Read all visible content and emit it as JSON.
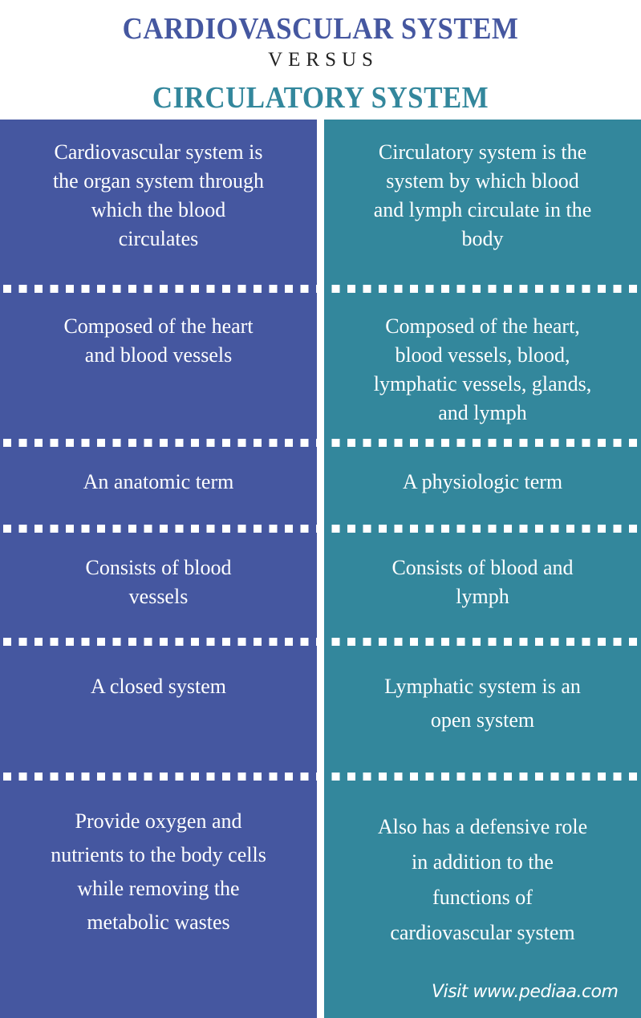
{
  "header": {
    "title_left": "CARDIOVASCULAR SYSTEM",
    "versus": "VERSUS",
    "title_right": "CIRCULATORY SYSTEM"
  },
  "colors": {
    "left_column": "#4557a0",
    "right_column": "#33879c",
    "divider": "#ffffff"
  },
  "rows": [
    {
      "left": "Cardiovascular system is\nthe organ system through\nwhich the blood\ncirculates",
      "right": "Circulatory system is the\nsystem by which blood\nand lymph circulate in the\nbody"
    },
    {
      "left": "Composed of the heart\nand blood vessels",
      "right": "Composed of the heart,\nblood vessels, blood,\nlymphatic vessels, glands,\nand lymph"
    },
    {
      "left": "An anatomic term",
      "right": "A  physiologic term"
    },
    {
      "left": "Consists of blood\nvessels",
      "right": "Consists of blood and\nlymph"
    },
    {
      "left": "A closed system",
      "right": "Lymphatic system is an\nopen system"
    },
    {
      "left": "Provide oxygen and\nnutrients to the body cells\nwhile removing the\nmetabolic wastes",
      "right": "Also has a defensive role\nin addition to the\nfunctions of\ncardiovascular system"
    }
  ],
  "footer": {
    "text": "Visit www.pediaa.com"
  }
}
